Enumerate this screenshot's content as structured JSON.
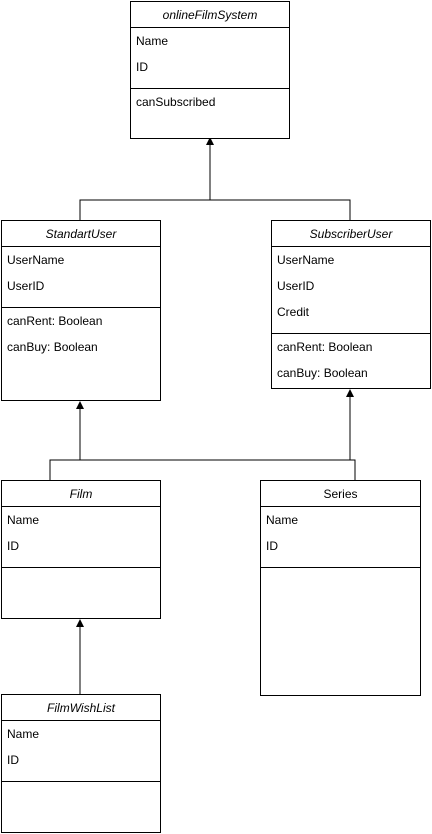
{
  "colors": {
    "line": "#000000",
    "fill": "#ffffff"
  },
  "classes": {
    "online_film_system": {
      "name": "onlineFilmSystem",
      "abstract": true,
      "attributes": [
        "Name",
        "ID"
      ],
      "methods": [
        "canSubscribed"
      ]
    },
    "standart_user": {
      "name": "StandartUser",
      "abstract": true,
      "attributes": [
        "UserName",
        "UserID"
      ],
      "methods": [
        "canRent: Boolean",
        "canBuy: Boolean"
      ]
    },
    "subscriber_user": {
      "name": "SubscriberUser",
      "abstract": true,
      "attributes": [
        "UserName",
        "UserID",
        "Credit"
      ],
      "methods": [
        "canRent: Boolean",
        "canBuy: Boolean"
      ]
    },
    "film": {
      "name": "Film",
      "abstract": true,
      "attributes": [
        "Name",
        "ID"
      ],
      "methods": []
    },
    "series": {
      "name": "Series",
      "abstract": false,
      "attributes": [
        "Name",
        "ID"
      ],
      "methods": []
    },
    "film_wish_list": {
      "name": "FilmWishList",
      "abstract": true,
      "attributes": [
        "Name",
        "ID"
      ],
      "methods": []
    }
  },
  "relations": [
    {
      "from": "StandartUser",
      "to": "onlineFilmSystem",
      "type": "generalization"
    },
    {
      "from": "SubscriberUser",
      "to": "onlineFilmSystem",
      "type": "generalization"
    },
    {
      "from": "Film",
      "to": "StandartUser",
      "type": "generalization"
    },
    {
      "from": "Series",
      "to": "SubscriberUser",
      "type": "generalization"
    },
    {
      "from": "FilmWishList",
      "to": "Film",
      "type": "generalization"
    }
  ]
}
